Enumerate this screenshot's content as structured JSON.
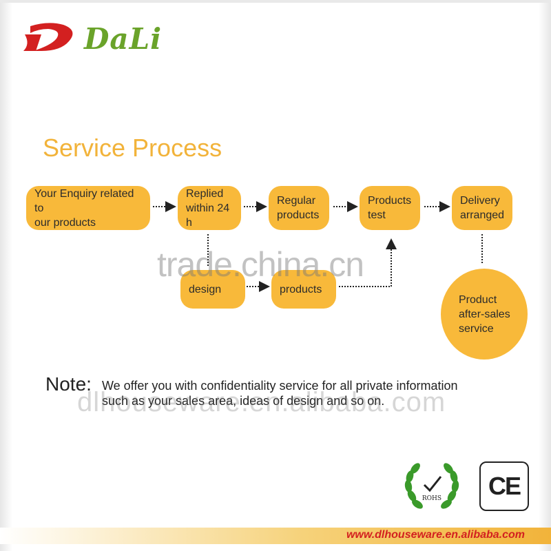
{
  "brand": {
    "name": "DaLi",
    "accent": "#6aa32a",
    "mark_color": "#d32020"
  },
  "title": "Service Process",
  "steps": {
    "s1": {
      "line1": "Your Enquiry related to",
      "line2": "our products"
    },
    "s2": {
      "line1": "Replied",
      "line2": "within 24 h"
    },
    "s3": {
      "line1": "Regular",
      "line2": "products"
    },
    "s4": {
      "line1": "Products",
      "line2": "test"
    },
    "s5": {
      "line1": "Delivery",
      "line2": "arranged"
    },
    "s6": {
      "line1": "design"
    },
    "s7": {
      "line1": "products"
    },
    "s8": {
      "line1": "Product",
      "line2": "after-sales",
      "line3": "service"
    }
  },
  "box_color": "#f8b93a",
  "watermarks": {
    "w1": "trade.china.cn",
    "w2": "dlhouseware.en.alibaba.com"
  },
  "note": {
    "label": "Note:",
    "line1": "We offer you with confidentiality service for all private information",
    "line2": "such as your sales area, ideas of design and so on."
  },
  "certifications": {
    "rohs_label": "ROHS",
    "ce_label": "CE"
  },
  "footer": {
    "url": "www.dlhouseware.en.alibaba.com"
  }
}
